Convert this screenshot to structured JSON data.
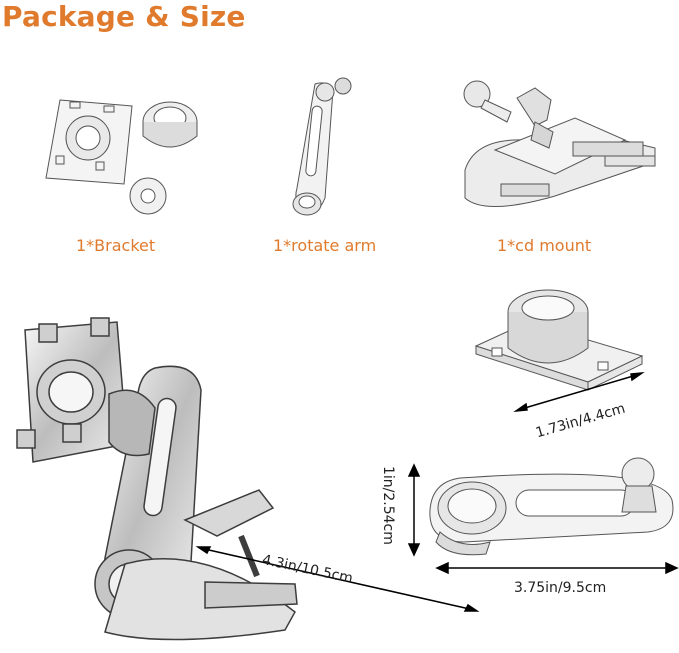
{
  "title": "Package & Size",
  "captions": {
    "bracket": "1*Bracket",
    "rotate_arm": "1*rotate arm",
    "cd_mount": "1*cd mount"
  },
  "dimensions": {
    "bracket_width": "1.73in/4.4cm",
    "arm_height": "1in/2.54cm",
    "arm_length": "3.75in/9.5cm",
    "mount_length": "4.3in/10.5cm"
  },
  "colors": {
    "accent": "#e07a2c",
    "line": "#555555",
    "metal": "#c9c9c9"
  }
}
